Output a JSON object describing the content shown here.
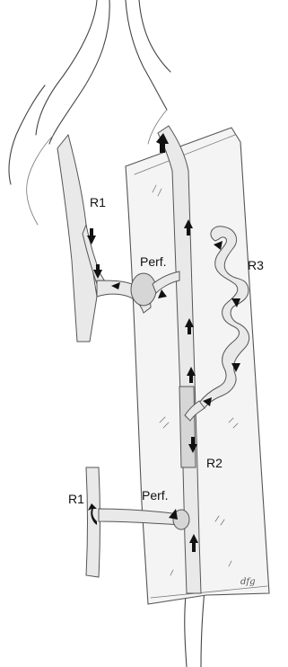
{
  "labels": {
    "r1_top": "R1",
    "perf_top": "Perf.",
    "r3": "R3",
    "r2": "R2",
    "r1_bottom": "R1",
    "perf_bottom": "Perf."
  },
  "signature": "dfg"
}
